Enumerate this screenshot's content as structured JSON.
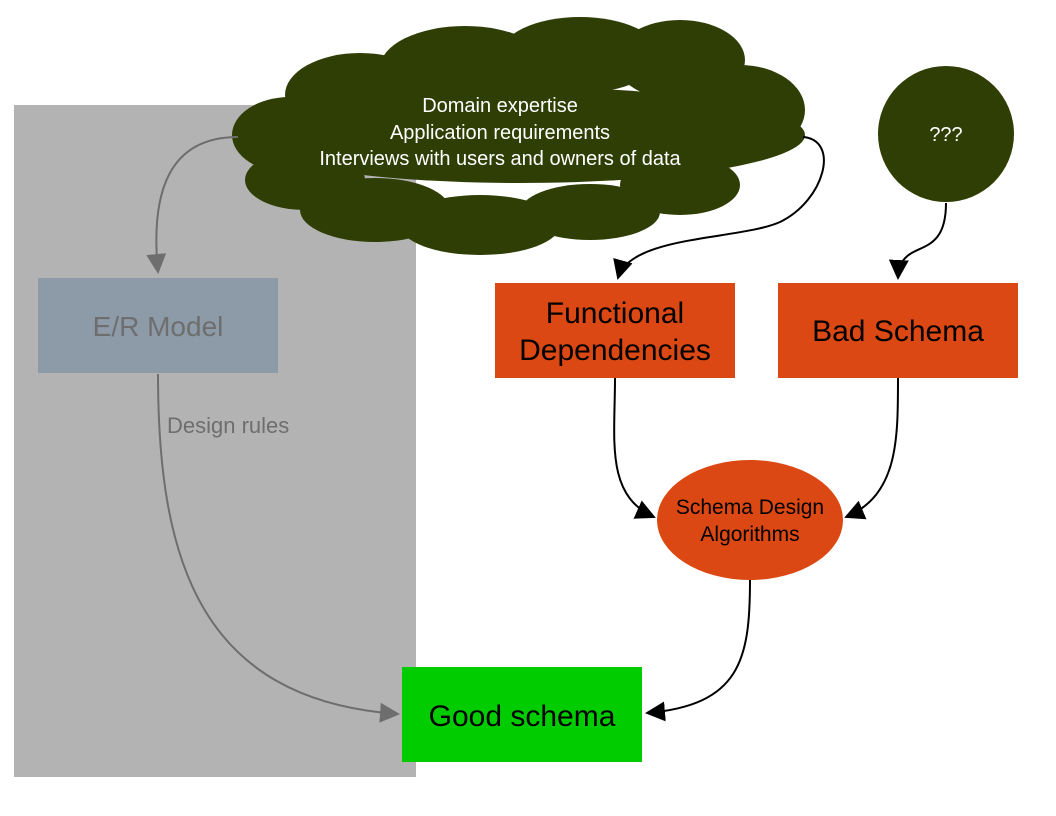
{
  "nodes": {
    "cloud": {
      "lines": [
        "Domain expertise",
        "Application requirements",
        "Interviews with users and owners of data"
      ]
    },
    "unknown": {
      "label": "???"
    },
    "er_model": {
      "label": "E/R Model"
    },
    "functional_deps": {
      "lines": [
        "Functional",
        "Dependencies"
      ]
    },
    "bad_schema": {
      "label": "Bad Schema"
    },
    "algorithms": {
      "lines": [
        "Schema Design",
        "Algorithms"
      ]
    },
    "good_schema": {
      "label": "Good schema"
    }
  },
  "edges": {
    "design_rules": {
      "label": "Design rules"
    }
  },
  "colors": {
    "cloud_fill": "#2f3e05",
    "orange": "#dc4814",
    "green": "#00cc00",
    "er_fill": "#8d9ba8",
    "grey_panel": "#b3b3b3",
    "muted_text": "#6e6e6e"
  }
}
